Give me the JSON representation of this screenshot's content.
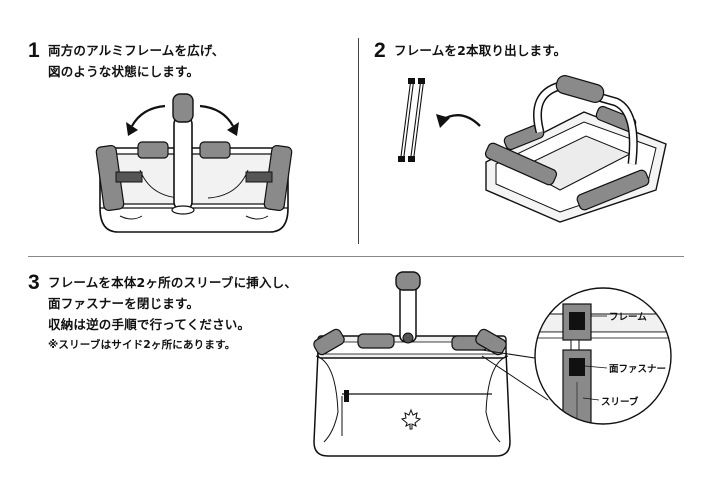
{
  "steps": [
    {
      "number": "1",
      "lines": [
        "両方のアルミフレームを広げ、",
        "図のような状態にします。"
      ]
    },
    {
      "number": "2",
      "lines": [
        "フレームを2本取り出します。"
      ]
    },
    {
      "number": "3",
      "lines": [
        "フレームを本体2ヶ所のスリーブに挿入し、",
        "面ファスナーを閉じます。",
        "収納は逆の手順で行ってください。"
      ],
      "note": "※スリーブはサイド2ヶ所にあります。"
    }
  ],
  "callouts": {
    "frame": "フレーム",
    "velcro": "面ファスナー",
    "sleeve": "スリーブ"
  },
  "icons": [
    "curved-arrow-left-icon",
    "curved-arrow-right-icon",
    "curved-arrow-icon",
    "maple-leaf-logo-icon"
  ]
}
